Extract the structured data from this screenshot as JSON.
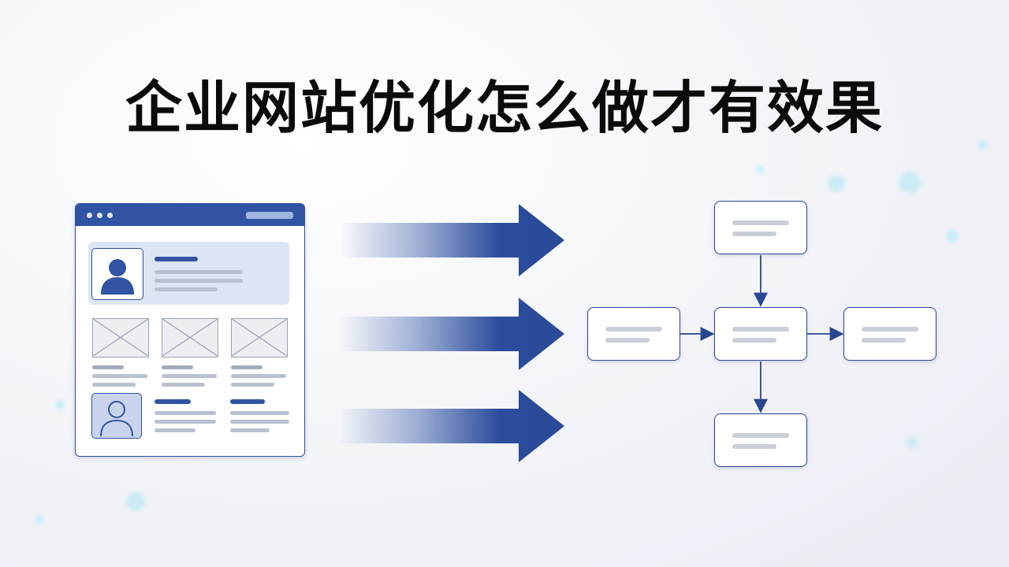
{
  "title": "企业网站优化怎么做才有效果",
  "colors": {
    "primary": "#3153a3",
    "node_border": "#2b4690",
    "text": "#0b0b0b",
    "line_gray": "#c9ced8",
    "glow": "#bfeaf4"
  },
  "diagram": {
    "left_element": "website-wireframe",
    "arrows": [
      {
        "id": "top"
      },
      {
        "id": "middle"
      },
      {
        "id": "bottom"
      }
    ],
    "flow": {
      "nodes": [
        "top",
        "left",
        "center",
        "right",
        "bottom"
      ],
      "edges": [
        {
          "from": "top",
          "to": "center"
        },
        {
          "from": "left",
          "to": "center"
        },
        {
          "from": "center",
          "to": "right"
        },
        {
          "from": "center",
          "to": "bottom"
        }
      ]
    }
  },
  "icons": [
    "user-avatar-icon",
    "image-placeholder-icon",
    "user-avatar-outline-icon"
  ]
}
